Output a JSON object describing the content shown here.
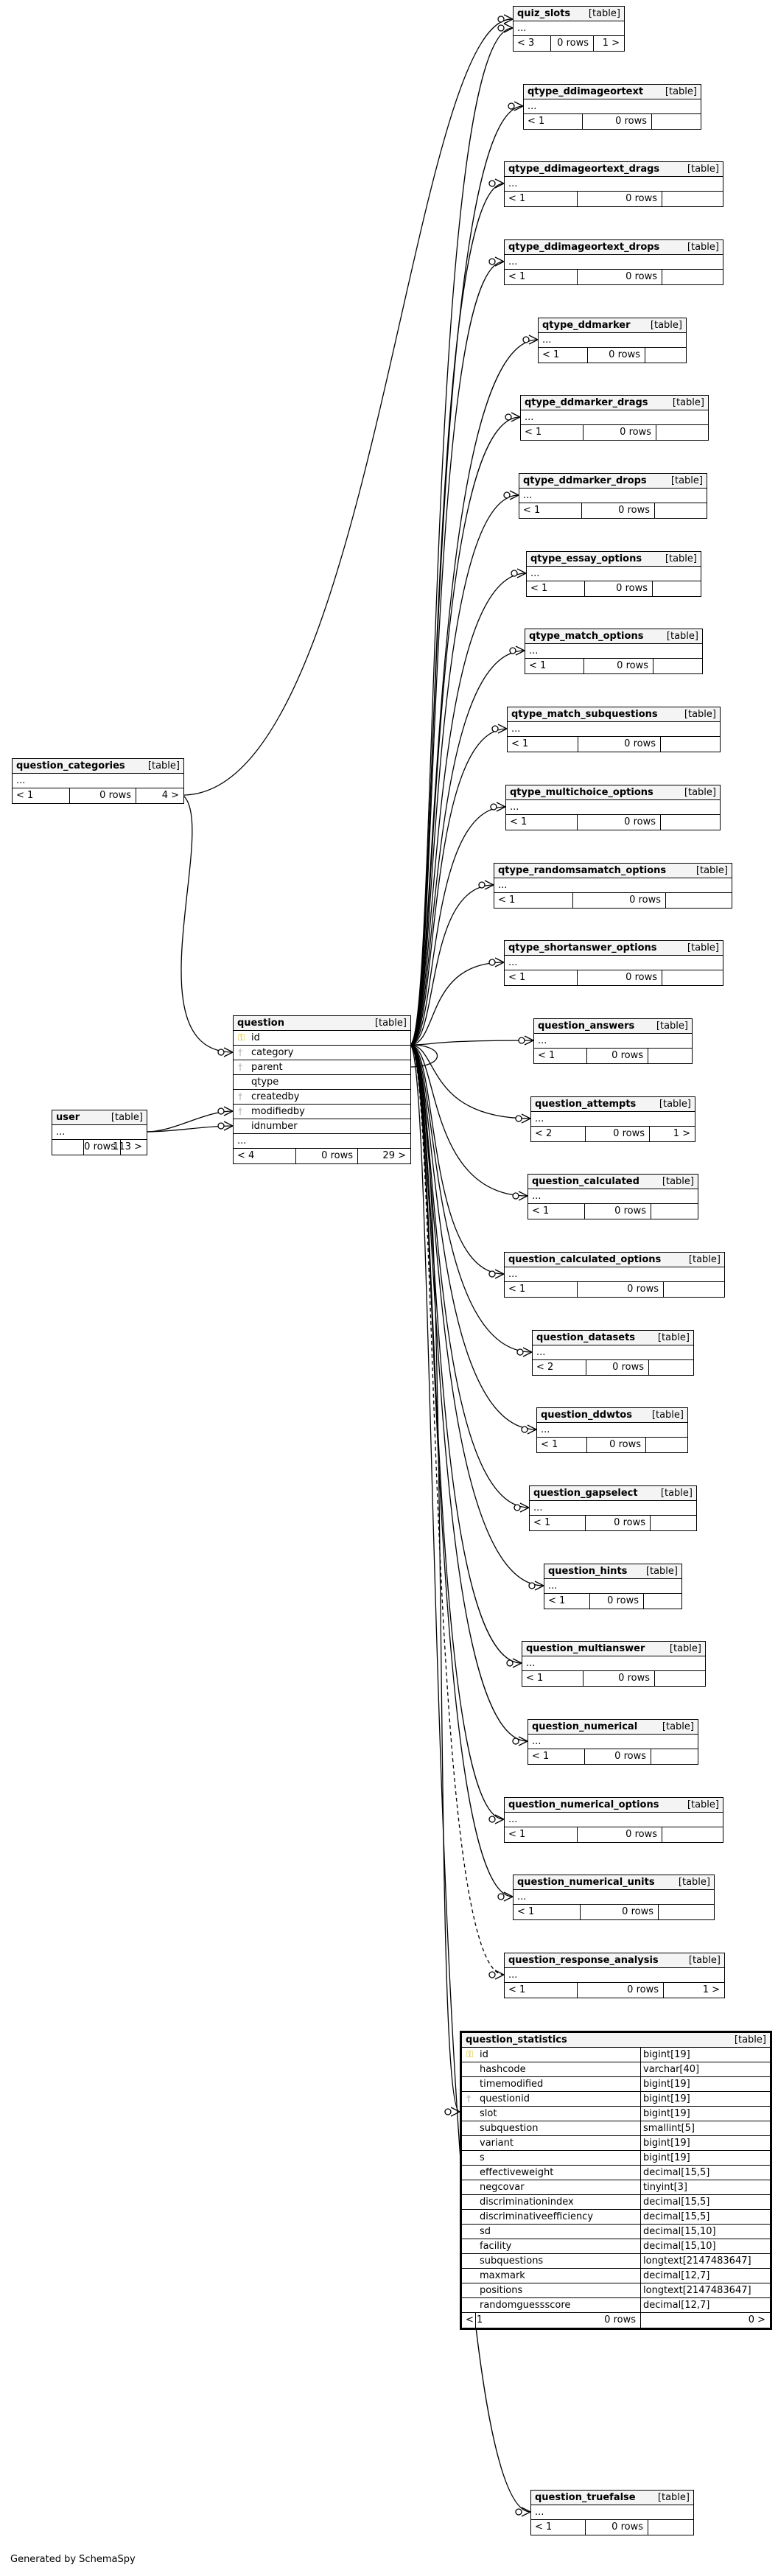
{
  "diagram": {
    "footer": "Generated by SchemaSpy",
    "ellipsis": "...",
    "tables": [
      {
        "id": "quiz_slots",
        "name": "quiz_slots",
        "kind": "[table]",
        "footer": {
          "parents": "< 3",
          "rows": "0 rows",
          "children": "1 >"
        }
      },
      {
        "id": "qtype_ddimageortext",
        "name": "qtype_ddimageortext",
        "kind": "[table]",
        "footer": {
          "parents": "< 1",
          "rows": "0 rows",
          "children": ""
        }
      },
      {
        "id": "qtype_ddimageortext_drags",
        "name": "qtype_ddimageortext_drags",
        "kind": "[table]",
        "footer": {
          "parents": "< 1",
          "rows": "0 rows",
          "children": ""
        }
      },
      {
        "id": "qtype_ddimageortext_drops",
        "name": "qtype_ddimageortext_drops",
        "kind": "[table]",
        "footer": {
          "parents": "< 1",
          "rows": "0 rows",
          "children": ""
        }
      },
      {
        "id": "qtype_ddmarker",
        "name": "qtype_ddmarker",
        "kind": "[table]",
        "footer": {
          "parents": "< 1",
          "rows": "0 rows",
          "children": ""
        }
      },
      {
        "id": "qtype_ddmarker_drags",
        "name": "qtype_ddmarker_drags",
        "kind": "[table]",
        "footer": {
          "parents": "< 1",
          "rows": "0 rows",
          "children": ""
        }
      },
      {
        "id": "qtype_ddmarker_drops",
        "name": "qtype_ddmarker_drops",
        "kind": "[table]",
        "footer": {
          "parents": "< 1",
          "rows": "0 rows",
          "children": ""
        }
      },
      {
        "id": "qtype_essay_options",
        "name": "qtype_essay_options",
        "kind": "[table]",
        "footer": {
          "parents": "< 1",
          "rows": "0 rows",
          "children": ""
        }
      },
      {
        "id": "qtype_match_options",
        "name": "qtype_match_options",
        "kind": "[table]",
        "footer": {
          "parents": "< 1",
          "rows": "0 rows",
          "children": ""
        }
      },
      {
        "id": "qtype_match_subquestions",
        "name": "qtype_match_subquestions",
        "kind": "[table]",
        "footer": {
          "parents": "< 1",
          "rows": "0 rows",
          "children": ""
        }
      },
      {
        "id": "qtype_multichoice_options",
        "name": "qtype_multichoice_options",
        "kind": "[table]",
        "footer": {
          "parents": "< 1",
          "rows": "0 rows",
          "children": ""
        }
      },
      {
        "id": "qtype_randomsamatch_options",
        "name": "qtype_randomsamatch_options",
        "kind": "[table]",
        "footer": {
          "parents": "< 1",
          "rows": "0 rows",
          "children": ""
        }
      },
      {
        "id": "qtype_shortanswer_options",
        "name": "qtype_shortanswer_options",
        "kind": "[table]",
        "footer": {
          "parents": "< 1",
          "rows": "0 rows",
          "children": ""
        }
      },
      {
        "id": "question_answers",
        "name": "question_answers",
        "kind": "[table]",
        "footer": {
          "parents": "< 1",
          "rows": "0 rows",
          "children": ""
        }
      },
      {
        "id": "question_attempts",
        "name": "question_attempts",
        "kind": "[table]",
        "footer": {
          "parents": "< 2",
          "rows": "0 rows",
          "children": "1 >"
        }
      },
      {
        "id": "question_calculated",
        "name": "question_calculated",
        "kind": "[table]",
        "footer": {
          "parents": "< 1",
          "rows": "0 rows",
          "children": ""
        }
      },
      {
        "id": "question_calculated_options",
        "name": "question_calculated_options",
        "kind": "[table]",
        "footer": {
          "parents": "< 1",
          "rows": "0 rows",
          "children": ""
        }
      },
      {
        "id": "question_datasets",
        "name": "question_datasets",
        "kind": "[table]",
        "footer": {
          "parents": "< 2",
          "rows": "0 rows",
          "children": ""
        }
      },
      {
        "id": "question_ddwtos",
        "name": "question_ddwtos",
        "kind": "[table]",
        "footer": {
          "parents": "< 1",
          "rows": "0 rows",
          "children": ""
        }
      },
      {
        "id": "question_gapselect",
        "name": "question_gapselect",
        "kind": "[table]",
        "footer": {
          "parents": "< 1",
          "rows": "0 rows",
          "children": ""
        }
      },
      {
        "id": "question_hints",
        "name": "question_hints",
        "kind": "[table]",
        "footer": {
          "parents": "< 1",
          "rows": "0 rows",
          "children": ""
        }
      },
      {
        "id": "question_multianswer",
        "name": "question_multianswer",
        "kind": "[table]",
        "footer": {
          "parents": "< 1",
          "rows": "0 rows",
          "children": ""
        }
      },
      {
        "id": "question_numerical",
        "name": "question_numerical",
        "kind": "[table]",
        "footer": {
          "parents": "< 1",
          "rows": "0 rows",
          "children": ""
        }
      },
      {
        "id": "question_numerical_options",
        "name": "question_numerical_options",
        "kind": "[table]",
        "footer": {
          "parents": "< 1",
          "rows": "0 rows",
          "children": ""
        }
      },
      {
        "id": "question_numerical_units",
        "name": "question_numerical_units",
        "kind": "[table]",
        "footer": {
          "parents": "< 1",
          "rows": "0 rows",
          "children": ""
        }
      },
      {
        "id": "question_response_analysis",
        "name": "question_response_analysis",
        "kind": "[table]",
        "footer": {
          "parents": "< 1",
          "rows": "0 rows",
          "children": "1 >"
        }
      },
      {
        "id": "question_truefalse",
        "name": "question_truefalse",
        "kind": "[table]",
        "footer": {
          "parents": "< 1",
          "rows": "0 rows",
          "children": ""
        }
      },
      {
        "id": "question_categories",
        "name": "question_categories",
        "kind": "[table]",
        "footer": {
          "parents": "< 1",
          "rows": "0 rows",
          "children": "4 >"
        }
      },
      {
        "id": "user",
        "name": "user",
        "kind": "[table]",
        "footer": {
          "parents": "",
          "rows": "0 rows",
          "children": "113 >"
        }
      }
    ],
    "question": {
      "name": "question",
      "kind": "[table]",
      "columns": [
        {
          "name": "id",
          "icon": "key-icon"
        },
        {
          "name": "category",
          "icon": "foreign-key-icon"
        },
        {
          "name": "parent",
          "icon": "foreign-key-icon"
        },
        {
          "name": "qtype",
          "icon": ""
        },
        {
          "name": "createdby",
          "icon": "foreign-key-icon"
        },
        {
          "name": "modifiedby",
          "icon": "foreign-key-icon"
        },
        {
          "name": "idnumber",
          "icon": ""
        }
      ],
      "footer": {
        "parents": "< 4",
        "rows": "0 rows",
        "children": "29 >"
      }
    },
    "question_statistics": {
      "name": "question_statistics",
      "kind": "[table]",
      "columns": [
        {
          "name": "id",
          "type": "bigint[19]",
          "icon": "key-icon"
        },
        {
          "name": "hashcode",
          "type": "varchar[40]",
          "icon": ""
        },
        {
          "name": "timemodified",
          "type": "bigint[19]",
          "icon": ""
        },
        {
          "name": "questionid",
          "type": "bigint[19]",
          "icon": "foreign-key-icon"
        },
        {
          "name": "slot",
          "type": "bigint[19]",
          "icon": ""
        },
        {
          "name": "subquestion",
          "type": "smallint[5]",
          "icon": ""
        },
        {
          "name": "variant",
          "type": "bigint[19]",
          "icon": ""
        },
        {
          "name": "s",
          "type": "bigint[19]",
          "icon": ""
        },
        {
          "name": "effectiveweight",
          "type": "decimal[15,5]",
          "icon": ""
        },
        {
          "name": "negcovar",
          "type": "tinyint[3]",
          "icon": ""
        },
        {
          "name": "discriminationindex",
          "type": "decimal[15,5]",
          "icon": ""
        },
        {
          "name": "discriminativeefficiency",
          "type": "decimal[15,5]",
          "icon": ""
        },
        {
          "name": "sd",
          "type": "decimal[15,10]",
          "icon": ""
        },
        {
          "name": "facility",
          "type": "decimal[15,10]",
          "icon": ""
        },
        {
          "name": "subquestions",
          "type": "longtext[2147483647]",
          "icon": ""
        },
        {
          "name": "maxmark",
          "type": "decimal[12,7]",
          "icon": ""
        },
        {
          "name": "positions",
          "type": "longtext[2147483647]",
          "icon": ""
        },
        {
          "name": "randomguessscore",
          "type": "decimal[12,7]",
          "icon": ""
        }
      ],
      "footer": {
        "parents": "< 1",
        "rows": "0 rows",
        "children": "0 >"
      }
    }
  }
}
